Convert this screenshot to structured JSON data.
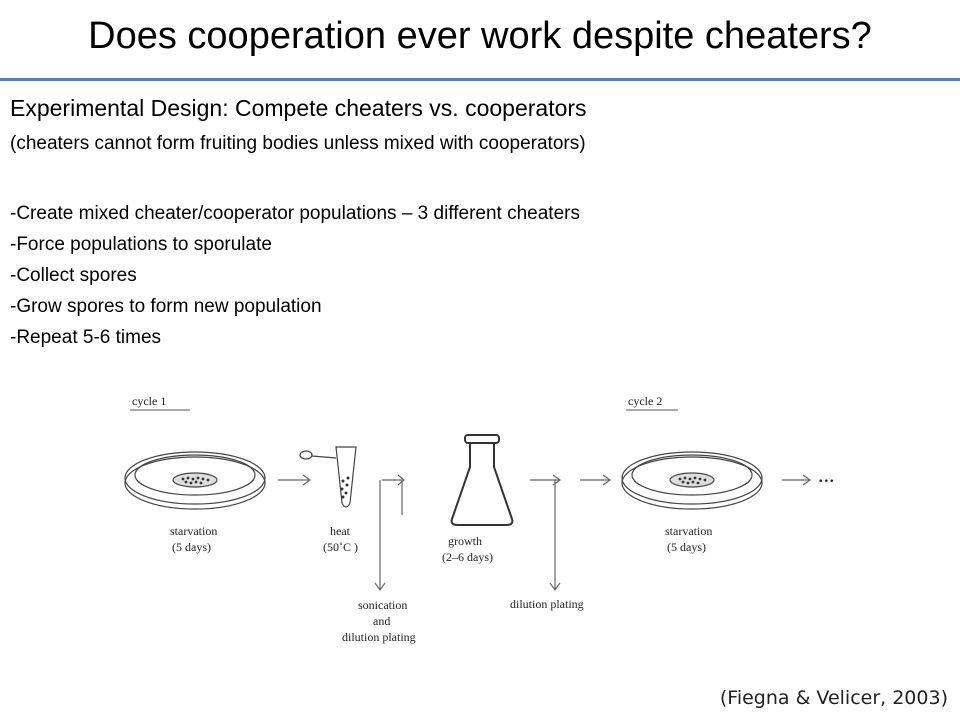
{
  "slide": {
    "title": "Does cooperation ever work despite cheaters?",
    "heading": "Experimental Design: Compete cheaters vs. cooperators",
    "subheading": "(cheaters cannot form fruiting bodies unless mixed with cooperators)",
    "steps": [
      "-Create mixed cheater/cooperator populations – 3 different cheaters",
      "-Force populations to sporulate",
      "-Collect spores",
      "-Grow spores to form new population",
      "-Repeat 5-6 times"
    ],
    "citation": "(Fiegna & Velicer, 2003)",
    "accent_color": "#5b7fb8"
  },
  "diagram": {
    "cycle1_label": "cycle 1",
    "cycle2_label": "cycle 2",
    "starvation1": [
      "starvation",
      "(5 days)"
    ],
    "heat": [
      "heat",
      "(50˚C )"
    ],
    "growth": [
      "growth",
      "(2–6 days)"
    ],
    "starvation2": [
      "starvation",
      "(5 days)"
    ],
    "sonication": [
      "sonication",
      "and",
      "dilution plating"
    ],
    "dilution": "dilution plating",
    "ellipsis": "..."
  }
}
